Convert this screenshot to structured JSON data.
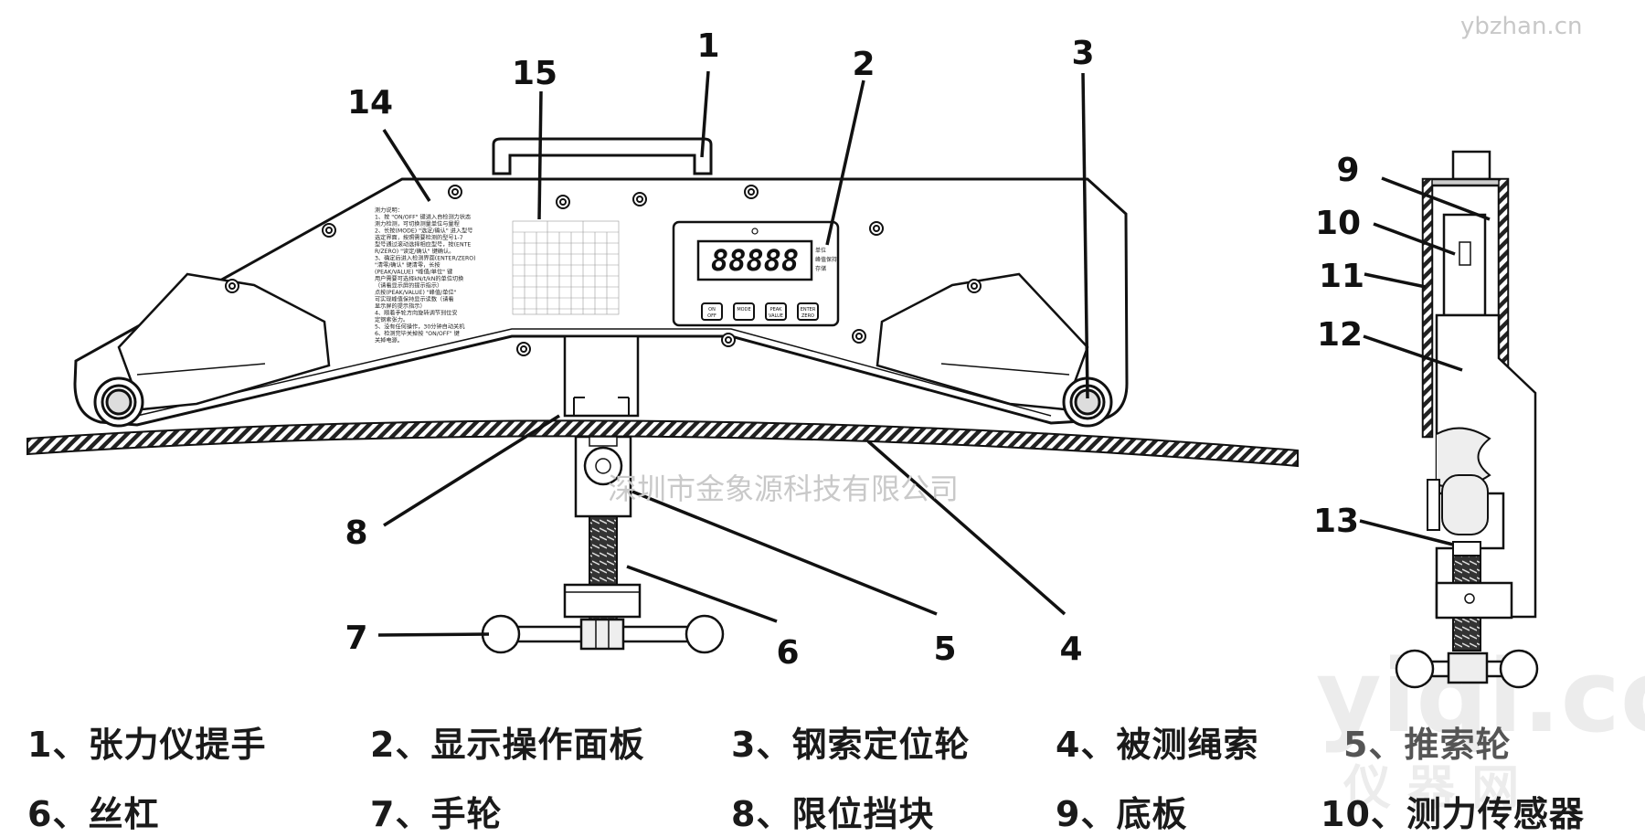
{
  "site_watermark": "ybzhan.cn",
  "company_watermark": "深圳市金象源科技有限公司",
  "bg_logo": {
    "text": "yiqi.com",
    "sub": "仪 器 网"
  },
  "callouts": [
    "1",
    "2",
    "3",
    "4",
    "5",
    "6",
    "7",
    "8",
    "9",
    "10",
    "11",
    "12",
    "13",
    "14",
    "15"
  ],
  "display_panel": {
    "readout": "88888",
    "side_labels": [
      "单位",
      "峰值保持",
      "存储"
    ],
    "keys": [
      "ON OFF",
      "MODE",
      "PEAK VALUE",
      "ENTER ZERO"
    ]
  },
  "instruction_text": [
    "测力说明：",
    "1、按 \"ON/OFF\" 键进入自检测力状态",
    "测力检测，可切换测量单位与量程",
    "2、长按(MODE) \"选定/确认\" 进入型号",
    "选定界面，按照需要检测的型号1-7",
    "型号通过滚动选择相应型号，按(ENTE",
    "R/ZERO) \"读定/确认\" 键确认。",
    "3、确定后进入检测界面(ENTER/ZERO)",
    "\"清零/确认\" 键清零，长按",
    "(PEAK/VALUE) \"峰值/单位\" 键",
    "用户需要可选择kN/t/kN的单位切换",
    "（请看显示屏的提示指示）",
    "点按(PEAK/VALUE) \"峰值/单位\"",
    "可实现峰值保持显示读数（请看",
    "显示屏的提示指示）",
    "4、顺着手轮方向旋转调节到位安",
    "定钢索张力。",
    "5、没有任何操作，30分钟自动关机",
    "6、检测完毕关掉按 \"ON/OFF\" 键",
    "关掉电源。"
  ],
  "legend": [
    "1、张力仪提手",
    "2、显示操作面板",
    "3、钢索定位轮",
    "4、被测绳索",
    "5、推索轮",
    "6、丝杠",
    "7、手轮",
    "8、限位挡块",
    "9、底板",
    "10、测力传感器"
  ]
}
